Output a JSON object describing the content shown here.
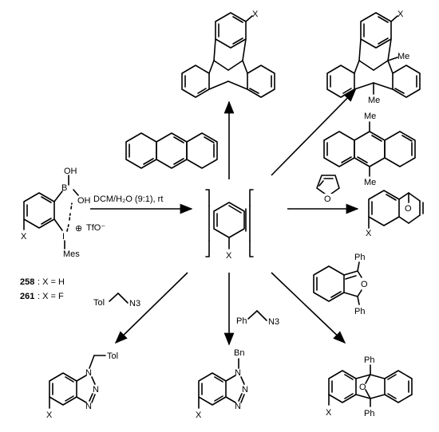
{
  "labels": {
    "x": "X",
    "me": "Me",
    "o": "O",
    "oh": "OH",
    "b": "B",
    "i": "I",
    "mes": "Mes",
    "plus": "⊕",
    "otf": "TfO⁻",
    "ph": "Ph",
    "bn": "Bn",
    "tol": "Tol",
    "n": "N",
    "n3": "N3"
  },
  "conditions": "DCM/H₂O (9:1), rt",
  "compounds": [
    {
      "id": "258",
      "desc": ": X = H"
    },
    {
      "id": "261",
      "desc": ": X = F"
    }
  ]
}
